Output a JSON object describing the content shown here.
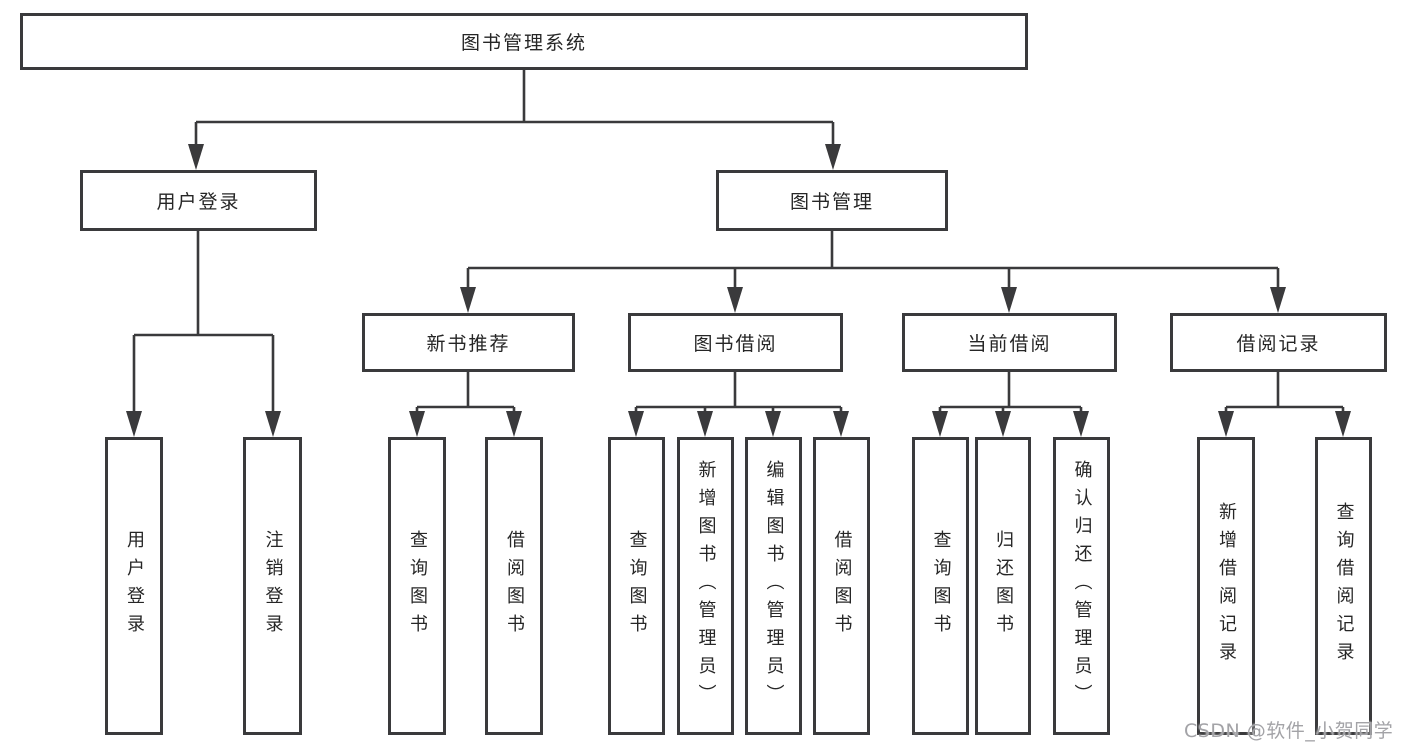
{
  "nodes": {
    "root": "图书管理系统",
    "user_login": "用户登录",
    "book_management": "图书管理",
    "new_book_recommend": "新书推荐",
    "book_borrow": "图书借阅",
    "current_borrow": "当前借阅",
    "borrow_records": "借阅记录",
    "leaves": [
      "用户登录",
      "注销登录",
      "查询图书",
      "借阅图书",
      "查询图书",
      "新增图书（管理员）",
      "编辑图书（管理员）",
      "借阅图书",
      "查询图书",
      "归还图书",
      "确认归还（管理员）",
      "新增借阅记录",
      "查询借阅记录"
    ]
  },
  "hierarchy": {
    "图书管理系统": [
      "用户登录",
      "图书管理"
    ],
    "用户登录": [
      "用户登录",
      "注销登录"
    ],
    "图书管理": [
      "新书推荐",
      "图书借阅",
      "当前借阅",
      "借阅记录"
    ],
    "新书推荐": [
      "查询图书",
      "借阅图书"
    ],
    "图书借阅": [
      "查询图书",
      "新增图书（管理员）",
      "编辑图书（管理员）",
      "借阅图书"
    ],
    "当前借阅": [
      "查询图书",
      "归还图书",
      "确认归还（管理员）"
    ],
    "借阅记录": [
      "新增借阅记录",
      "查询借阅记录"
    ]
  },
  "watermark": "CSDN @软件_小贺同学",
  "colors": {
    "line": "#3a3a3c",
    "text": "#262626",
    "watermark": "#a3a3a7",
    "background": "#ffffff"
  }
}
